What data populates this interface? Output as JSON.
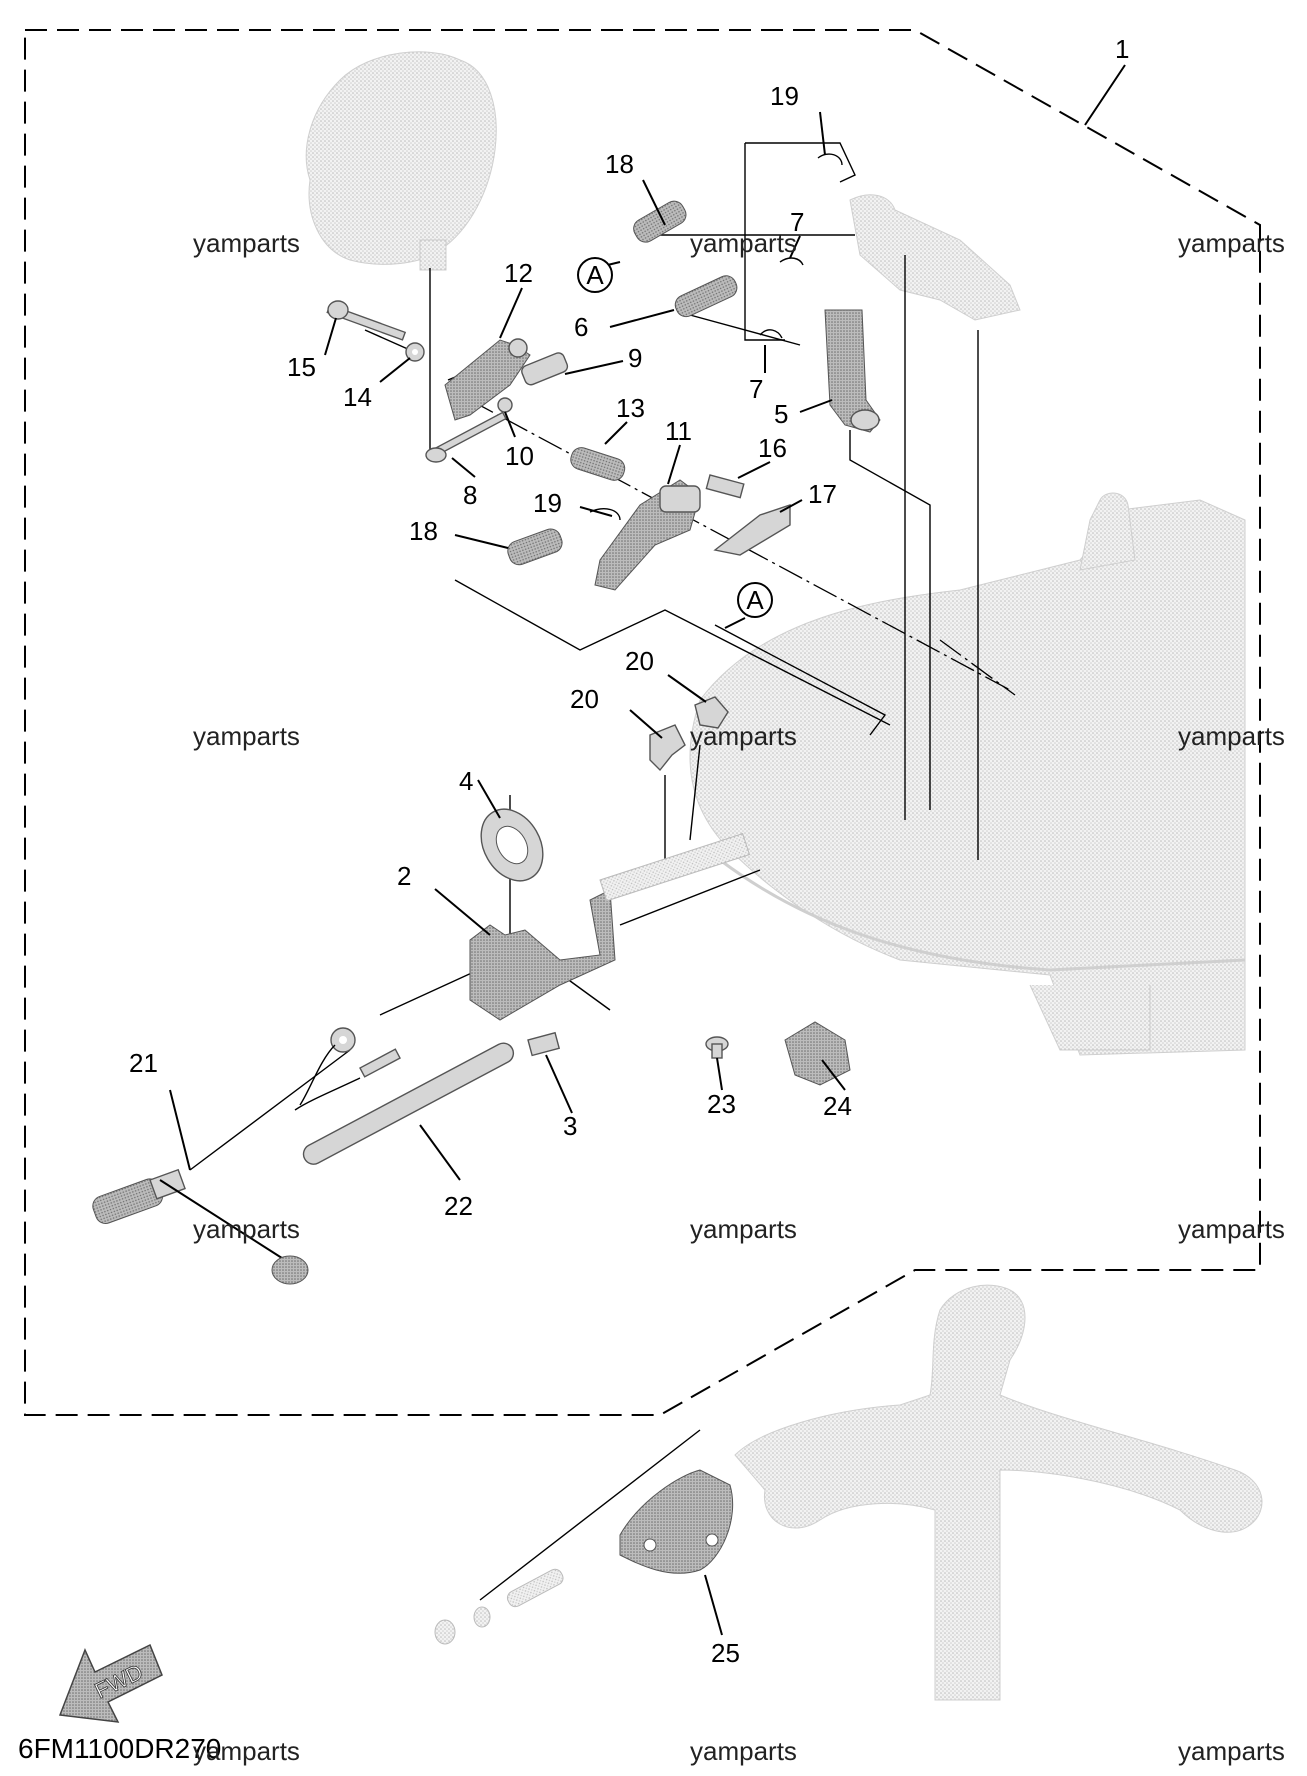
{
  "diagram": {
    "code": "6FM1100DR270",
    "watermark": "yamparts",
    "direction_label": "FWD",
    "ref_marker": "A",
    "callouts": [
      "1",
      "2",
      "3",
      "4",
      "5",
      "6",
      "7",
      "8",
      "9",
      "10",
      "11",
      "12",
      "13",
      "14",
      "15",
      "16",
      "17",
      "18",
      "19",
      "20",
      "21",
      "22",
      "23",
      "24",
      "25"
    ],
    "callout_7": "7",
    "callout_18": "18",
    "callout_19": "19",
    "callout_20": "20"
  }
}
